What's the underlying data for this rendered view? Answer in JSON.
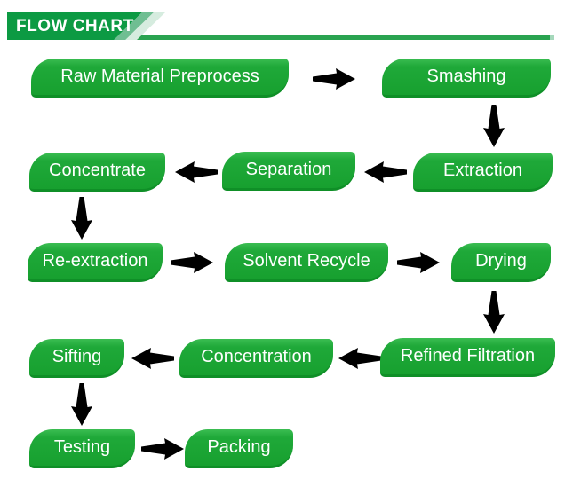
{
  "header": {
    "title": "FLOW CHART"
  },
  "colors": {
    "box_gradient_top": "#3bbd52",
    "box_green": "#17a02f",
    "box_bottom_edge": "#0f8f27",
    "arrow_green": "#1db336",
    "header_bar_green": "#0c9a43",
    "header_stripe_mid": "#6fbe92",
    "header_stripe_light": "#d6ecdf",
    "underline_green": "#2aa350",
    "underline_cap": "#a5d8bb",
    "text": "#ffffff"
  },
  "nodes": {
    "raw_material_preprocess": "Raw Material Preprocess",
    "smashing": "Smashing",
    "extraction": "Extraction",
    "separation": "Separation",
    "concentrate": "Concentrate",
    "re_extraction": "Re-extraction",
    "solvent_recycle": "Solvent Recycle",
    "drying": "Drying",
    "refined_filtration": "Refined Filtration",
    "concentration": "Concentration",
    "sifting": "Sifting",
    "testing": "Testing",
    "packing": "Packing"
  },
  "flow_sequence": [
    "Raw Material Preprocess",
    "Smashing",
    "Extraction",
    "Separation",
    "Concentrate",
    "Re-extraction",
    "Solvent Recycle",
    "Drying",
    "Refined Filtration",
    "Concentration",
    "Sifting",
    "Testing",
    "Packing"
  ]
}
